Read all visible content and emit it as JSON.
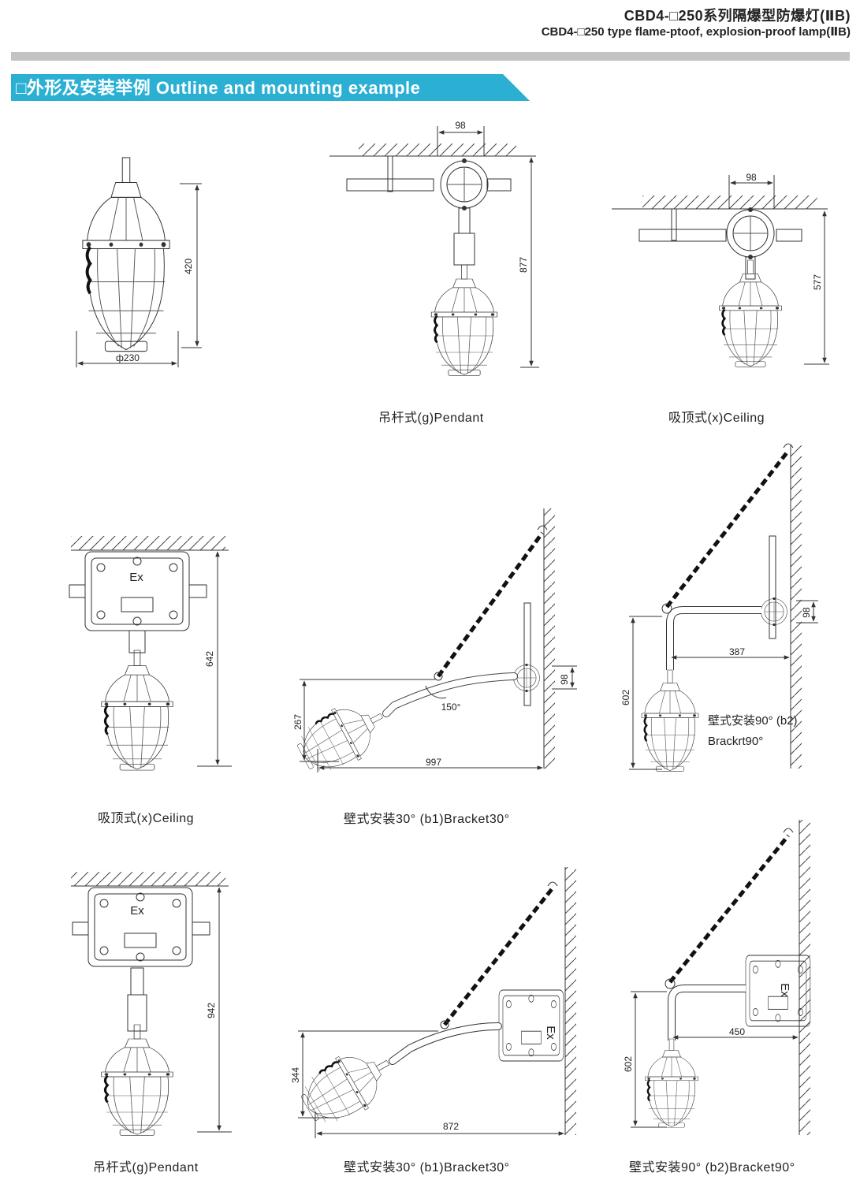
{
  "header": {
    "title_cn": "CBD4-□250系列隔爆型防爆灯(ⅡB)",
    "title_en": "CBD4-□250 type flame-ptoof, explosion-proof lamp(ⅡB)"
  },
  "section": {
    "title": "□外形及安装举例 Outline and mounting example",
    "banner_color": "#2bb0d4"
  },
  "figures": {
    "outline": {
      "height": "420",
      "diameter": "ф230"
    },
    "pendant_top": {
      "width": "98",
      "height": "877",
      "caption": "吊杆式(g)Pendant"
    },
    "ceiling_top": {
      "width": "98",
      "height": "577",
      "caption": "吸顶式(x)Ceiling"
    },
    "ceiling_box": {
      "ex": "Ex",
      "height": "642",
      "caption": "吸顶式(x)Ceiling"
    },
    "bracket30_a": {
      "drop": "267",
      "reach": "997",
      "box": "98",
      "angle": "150°",
      "caption": "壁式安装30° (b1)Bracket30°"
    },
    "bracket90_a": {
      "box": "98",
      "reach": "387",
      "height": "602",
      "label_cn": "壁式安装90° (b2)",
      "label_en": "Brackrt90°"
    },
    "pendant_box": {
      "ex": "Ex",
      "height": "942",
      "caption": "吊杆式(g)Pendant"
    },
    "bracket30_b": {
      "ex": "Ex",
      "drop": "344",
      "reach": "872",
      "caption": "壁式安装30° (b1)Bracket30°"
    },
    "bracket90_b": {
      "ex": "Ex",
      "reach": "450",
      "height": "602",
      "caption": "壁式安装90° (b2)Bracket90°"
    }
  }
}
